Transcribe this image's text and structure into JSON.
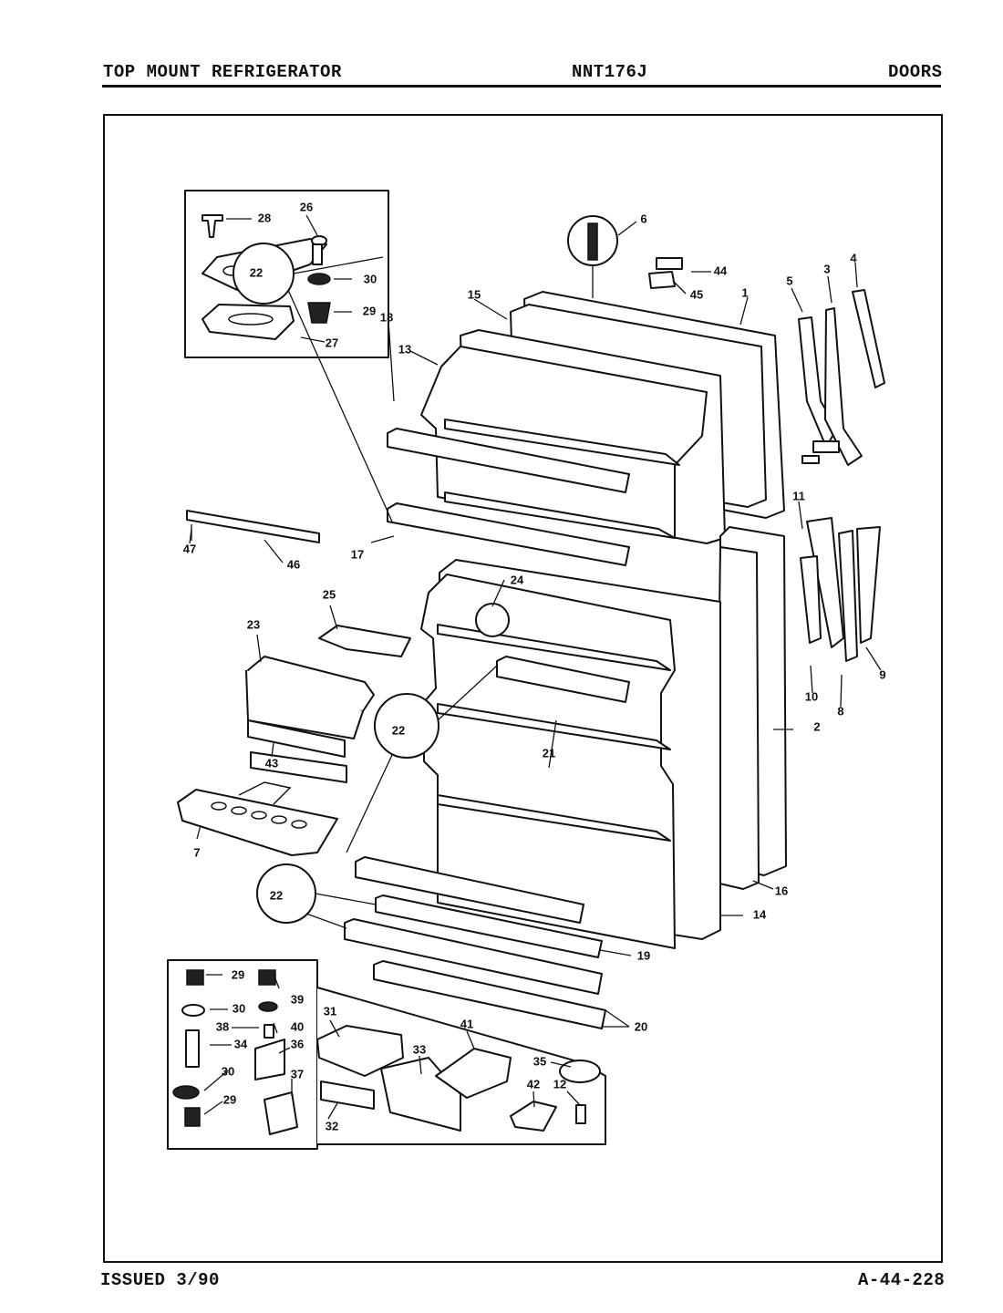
{
  "header": {
    "product_type": "TOP MOUNT REFRIGERATOR",
    "model": "NNT176J",
    "section": "DOORS"
  },
  "footer": {
    "issued": "ISSUED 3/90",
    "page_code": "A-44-228"
  },
  "callouts": {
    "c1": "1",
    "c2": "2",
    "c3": "3",
    "c4": "4",
    "c5": "5",
    "c6": "6",
    "c7": "7",
    "c8": "8",
    "c9": "9",
    "c10": "10",
    "c11": "11",
    "c12": "12",
    "c13": "13",
    "c14": "14",
    "c15": "15",
    "c16": "16",
    "c17": "17",
    "c18": "18",
    "c19": "19",
    "c20a": "20",
    "c21": "21",
    "c22a": "22",
    "c22b": "22",
    "c22c": "22",
    "c23": "23",
    "c24": "24",
    "c25": "25",
    "c26": "26",
    "c27": "27",
    "c28": "28",
    "c29a": "29",
    "c29b": "29",
    "c29c": "29",
    "c30a": "30",
    "c30b": "30",
    "c30c": "30",
    "c31": "31",
    "c32": "32",
    "c33": "33",
    "c34": "34",
    "c35": "35",
    "c36": "36",
    "c37": "37",
    "c38": "38",
    "c39": "39",
    "c40": "40",
    "c41": "41",
    "c42": "42",
    "c43": "43",
    "c44": "44",
    "c45": "45",
    "c46": "46",
    "c47": "47"
  }
}
